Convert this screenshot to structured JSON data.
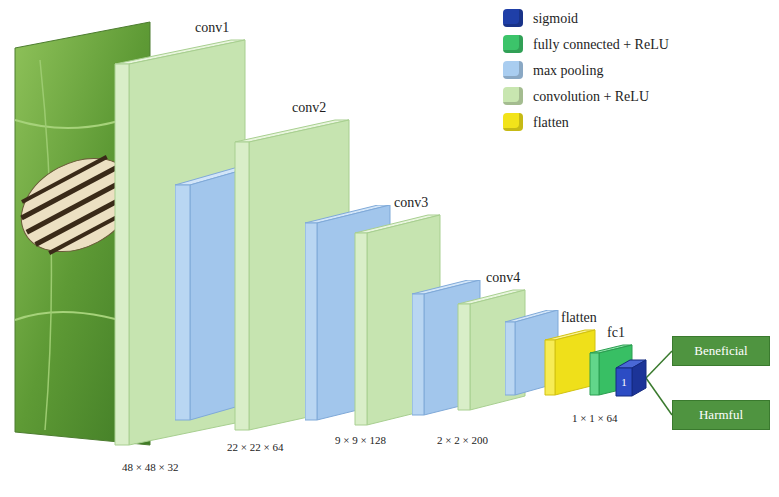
{
  "diagram": {
    "nodes": [
      {
        "text": [
          "conv1"
        ]
      },
      {
        "text": [
          "conv2"
        ]
      },
      {
        "text": [
          "conv3"
        ]
      },
      {
        "text": [
          "conv4"
        ]
      },
      {
        "text": [
          "flatten"
        ]
      },
      {
        "text": [
          "fc1"
        ]
      },
      {
        "text": [
          "1"
        ]
      },
      {
        "text": [
          "Beneficial"
        ]
      },
      {
        "text": [
          "Harmful"
        ]
      }
    ],
    "edges": [
      {
        "from": 6,
        "to": 7,
        "arrow": "none"
      },
      {
        "from": 6,
        "to": 8,
        "arrow": "none"
      }
    ],
    "labels": [
      "48 × 48 × 32",
      "22 × 22 × 64",
      "9 × 9 × 128",
      "2 × 2 × 200",
      "1 × 1 × 64"
    ],
    "legend": [
      {
        "text": "sigmoid",
        "color": "#1f3fa8"
      },
      {
        "text": "fully connected + ReLU",
        "color": "#3cc46a"
      },
      {
        "text": "max pooling",
        "color": "#a9cdf0"
      },
      {
        "text": "convolution + ReLU",
        "color": "#c8e6b0"
      },
      {
        "text": "flatten",
        "color": "#f2e31a"
      }
    ]
  }
}
